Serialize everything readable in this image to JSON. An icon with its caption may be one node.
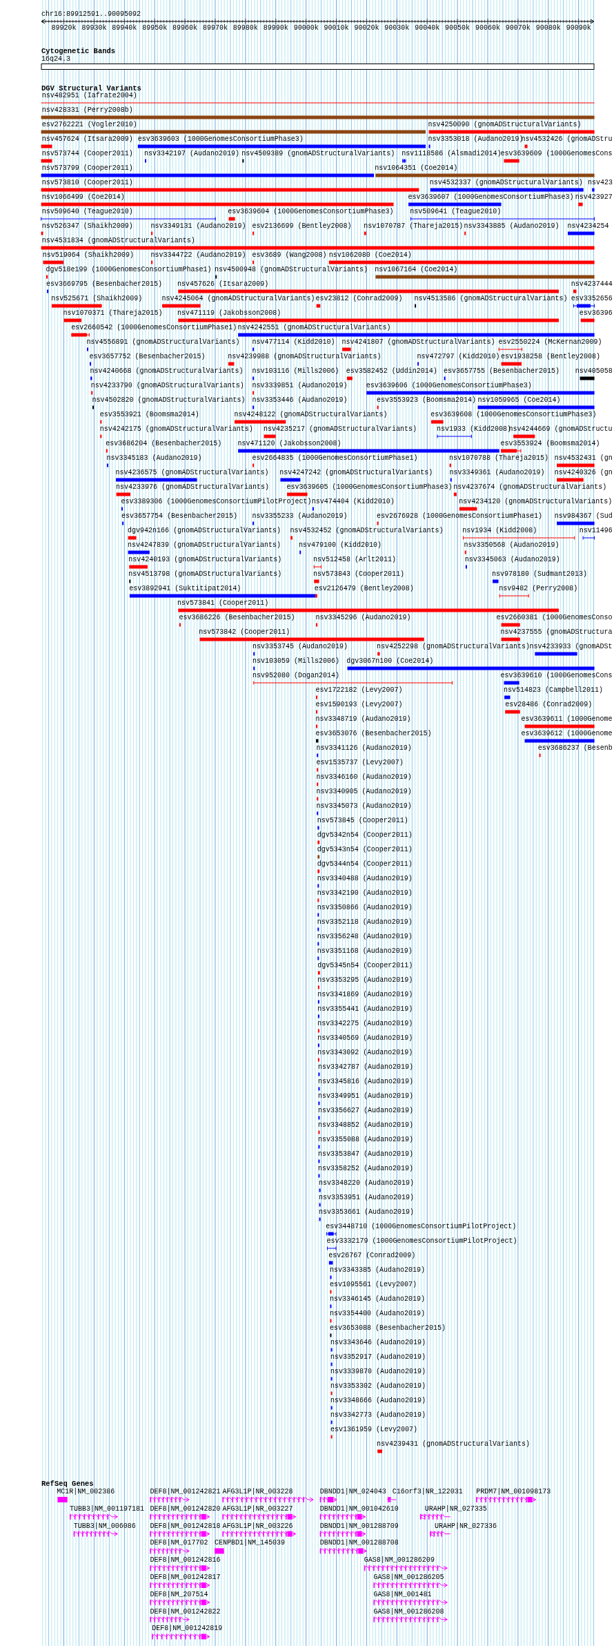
{
  "diagram": {
    "title": "chr16:89912591..90095092",
    "labels": [
      "89920k",
      "89930k",
      "89940k",
      "89950k",
      "89960k",
      "89970k",
      "89980k",
      "89990k",
      "90000k",
      "90010k",
      "90020k",
      "90030k",
      "90040k",
      "90050k",
      "90060k",
      "90070k",
      "90080k",
      "90090k",
      "Cytogenetic Bands",
      "16q24.3",
      "DGV Structural Variants",
      "nsv482951 (Iafrate2004)",
      "nsv428331 (Perry2008b)",
      "esv2762221 (Vogler2010)",
      "nsv4250090 (gnomADStructuralVariants)",
      "nsv457624 (Itsara2009)",
      "esv3639603 (1000GenomesConsortiumPhase3)",
      "nsv3353018 (Audano2019)",
      "nsv4532426 (gnomADStru",
      "nsv573744 (Cooper2011)",
      "nsv3342197 (Audano2019)",
      "nsv4509389 (gnomADStructuralVariants)",
      "nsv1118586 (Alsmadi2014)",
      "esv3639609 (1000GenomesCons",
      "nsv573799 (Cooper2011)",
      "nsv1064351 (Coe2014)",
      "nsv573810 (Cooper2011)",
      "nsv4532337 (gnomADStructuralVariants)",
      "nsv423",
      "nsv1066499 (Coe2014)",
      "esv3639607 (1000GenomesConsortiumPhase3)",
      "nsv423927",
      "nsv509640 (Teague2010)",
      "esv3639604 (1000GenomesConsortiumPhase3)",
      "nsv509641 (Teague2010)",
      "nsv526347 (Shaikh2009)",
      "nsv3349131 (Audano2019)",
      "esv2136699 (Bentley2008)",
      "nsv1070787 (Thareja2015)",
      "nsv3343885 (Audano2019)",
      "nsv4234254",
      "nsv4531834 (gnomADStructuralVariants)",
      "nsv519064 (Shaikh2009)",
      "nsv3344722 (Audano2019)",
      "esv3689 (Wang2008)",
      "nsv1062080 (Coe2014)",
      "dgv518e199 (1000GenomesConsortiumPhase1)",
      "nsv4500948 (gnomADStructuralVariants)",
      "nsv1067164 (Coe2014)",
      "esv3669795 (Besenbacher2015)",
      "nsv457626 (Itsara2009)",
      "nsv4237444",
      "nsv525671 (Shaikh2009)",
      "nsv4245064 (gnomADStructuralVariants)",
      "esv23812 (Conrad2009)",
      "nsv4513586 (gnomADStructuralVariants)",
      "esv3352656",
      "nsv1070371 (Thareja2015)",
      "nsv471119 (Jakobsson2008)",
      "esv36396",
      "esv2660542 (1000GenomesConsortiumPhase1)",
      "nsv4242551 (gnomADStructuralVariants)",
      "nsv4556891 (gnomADStructuralVariants)",
      "nsv477114 (Kidd2010)",
      "nsv4241807 (gnomADStructuralVariants)",
      "esv2550224 (McKernan2009)",
      "esv3657752 (Besenbacher2015)",
      "nsv4239988 (gnomADStructuralVariants)",
      "nsv472797 (Kidd2010)",
      "esv1938258 (Bentley2008)",
      "nsv4240668 (gnomADStructuralVariants)",
      "nsv103116 (Mills2006)",
      "esv3582452 (Uddin2014)",
      "esv3657755 (Besenbacher2015)",
      "nsv405058",
      "nsv4233790 (gnomADStructuralVariants)",
      "nsv3339851 (Audano2019)",
      "esv3639606 (1000GenomesConsortiumPhase3)",
      "nsv4502820 (gnomADStructuralVariants)",
      "nsv3353446 (Audano2019)",
      "esv3553923 (Boomsma2014)",
      "nsv1059965 (Coe2014)",
      "esv3553921 (Boomsma2014)",
      "nsv4248122 (gnomADStructuralVariants)",
      "esv3639608 (1000GenomesConsortiumPhase3)",
      "nsv4242175 (gnomADStructuralVariants)",
      "nsv4235217 (gnomADStructuralVariants)",
      "nsv1933 (Kidd2008)",
      "nsv4244669 (gnomADStructu",
      "esv3686204 (Besenbacher2015)",
      "nsv471120 (Jakobsson2008)",
      "esv3553924 (Boomsma2014)",
      "nsv3345183 (Audano2019)",
      "esv2664835 (1000GenomesConsortiumPhase1)",
      "nsv1070788 (Thareja2015)",
      "nsv4532431 (gn",
      "nsv4236575 (gnomADStructuralVariants)",
      "nsv4247242 (gnomADStructuralVariants)",
      "nsv3349361 (Audano2019)",
      "nsv4240326 (gn",
      "nsv4233976 (gnomADStructuralVariants)",
      "esv3639605 (1000GenomesConsortiumPhase3)",
      "nsv4237674 (gnomADStructuralVariants)",
      "esv3389306 (1000GenomesConsortiumPilotProject)",
      "nsv474404 (Kidd2010)",
      "nsv4234120 (gnomADStructuralVariants)",
      "esv3657754 (Besenbacher2015)",
      "nsv3355233 (Audano2019)",
      "esv2676928 (1000GenomesConsortiumPhase1)",
      "nsv984367 (Sud",
      "dgv942n166 (gnomADStructuralVariants)",
      "nsv4532452 (gnomADStructuralVariants)",
      "nsv1934 (Kidd2008)",
      "nsv11496",
      "nsv4247839 (gnomADStructuralVariants)",
      "nsv479100 (Kidd2010)",
      "nsv3350568 (Audano2019)",
      "nsv4240193 (gnomADStructuralVariants)",
      "nsv512458 (Arlt2011)",
      "nsv3345063 (Audano2019)",
      "nsv4513798 (gnomADStructuralVariants)",
      "nsv573843 (Cooper2011)",
      "nsv978180 (Sudmant2013)",
      "esv3892941 (Suktitipat2014)",
      "esv2126479 (Bentley2008)",
      "nsv9482 (Perry2008)",
      "nsv573841 (Cooper2011)",
      "esv3686226 (Besenbacher2015)",
      "nsv3345296 (Audano2019)",
      "esv2660381 (1000GenomesConso",
      "nsv573842 (Cooper2011)",
      "nsv4237555 (gnomADStructura",
      "nsv3353745 (Audano2019)",
      "nsv4252298 (gnomADStructuralVariants)",
      "nsv4233933 (gnomADSt",
      "nsv103059 (Mills2006)",
      "dgv3067n100 (Coe2014)",
      "nsv952080 (Dogan2014)",
      "esv3639610 (1000GenomesCons",
      "esv1722182 (Levy2007)",
      "nsv514823 (Campbell2011)",
      "esv1590193 (Levy2007)",
      "esv28486 (Conrad2009)",
      "nsv3348719 (Audano2019)",
      "esv3639611 (1000Genome",
      "esv3653076 (Besenbacher2015)",
      "esv3639612 (1000Genome",
      "nsv3341126 (Audano2019)",
      "esv3686237 (Besenb",
      "esv1535737 (Levy2007)",
      "nsv3346160 (Audano2019)",
      "nsv3340905 (Audano2019)",
      "nsv3345073 (Audano2019)",
      "nsv573845 (Cooper2011)",
      "dgv5342n54 (Cooper2011)",
      "dgv5343n54 (Cooper2011)",
      "dgv5344n54 (Cooper2011)",
      "nsv3340488 (Audano2019)",
      "nsv3342190 (Audano2019)",
      "nsv3350866 (Audano2019)",
      "nsv3352118 (Audano2019)",
      "nsv3356248 (Audano2019)",
      "nsv3351168 (Audano2019)",
      "dgv5345n54 (Cooper2011)",
      "nsv3353295 (Audano2019)",
      "nsv3341869 (Audano2019)",
      "nsv3355441 (Audano2019)",
      "nsv3342275 (Audano2019)",
      "nsv3340569 (Audano2019)",
      "nsv3343092 (Audano2019)",
      "nsv3342787 (Audano2019)",
      "nsv3345816 (Audano2019)",
      "nsv3349951 (Audano2019)",
      "nsv3356627 (Audano2019)",
      "nsv3348852 (Audano2019)",
      "nsv3355088 (Audano2019)",
      "nsv3353847 (Audano2019)",
      "nsv3358252 (Audano2019)",
      "nsv3348220 (Audano2019)",
      "nsv3353951 (Audano2019)",
      "nsv3353661 (Audano2019)",
      "esv3448710 (1000GenomesConsortiumPilotProject)",
      "esv3332179 (1000GenomesConsortiumPilotProject)",
      "esv26767 (Conrad2009)",
      "nsv3343385 (Audano2019)",
      "esv1095561 (Levy2007)",
      "nsv3346145 (Audano2019)",
      "nsv3354400 (Audano2019)",
      "esv3653088 (Besenbacher2015)",
      "nsv3343646 (Audano2019)",
      "nsv3352917 (Audano2019)",
      "nsv3339870 (Audano2019)",
      "nsv3353302 (Audano2019)",
      "nsv3348666 (Audano2019)",
      "nsv3342773 (Audano2019)",
      "esv1361959 (Levy2007)",
      "nsv4239431 (gnomADStructuralVariants)",
      "RefSeq Genes",
      "MC1R|NM_002386",
      "DEF8|NM_001242821",
      "AFG3L1P|NR_003228",
      "DBNDD1|NM_024043",
      "C16orf3|NR_122031",
      "PRDM7|NM_001098173",
      "TUBB3|NM_001197181",
      "DEF8|NM_001242820",
      "AFG3L1P|NR_003227",
      "DBNDD1|NM_001042610",
      "URAHP|NR_027335",
      "TUBB3|NM_006086",
      "DEF8|NM_001242818",
      "AFG3L1P|NR_003226",
      "DBNDD1|NM_001288709",
      "URAHP|NR_027336",
      "DEF8|NM_017702",
      "CENPBD1|NM_145039",
      "DBNDD1|NM_001288708",
      "DEF8|NM_001242816",
      "GAS8|NM_001286209",
      "DEF8|NM_001242817",
      "GAS8|NM_001286205",
      "DEF8|NM_207514",
      "GAS8|NM_001481",
      "DEF8|NM_001242822",
      "GAS8|NM_001286208",
      "DEF8|NM_001242819"
    ]
  }
}
